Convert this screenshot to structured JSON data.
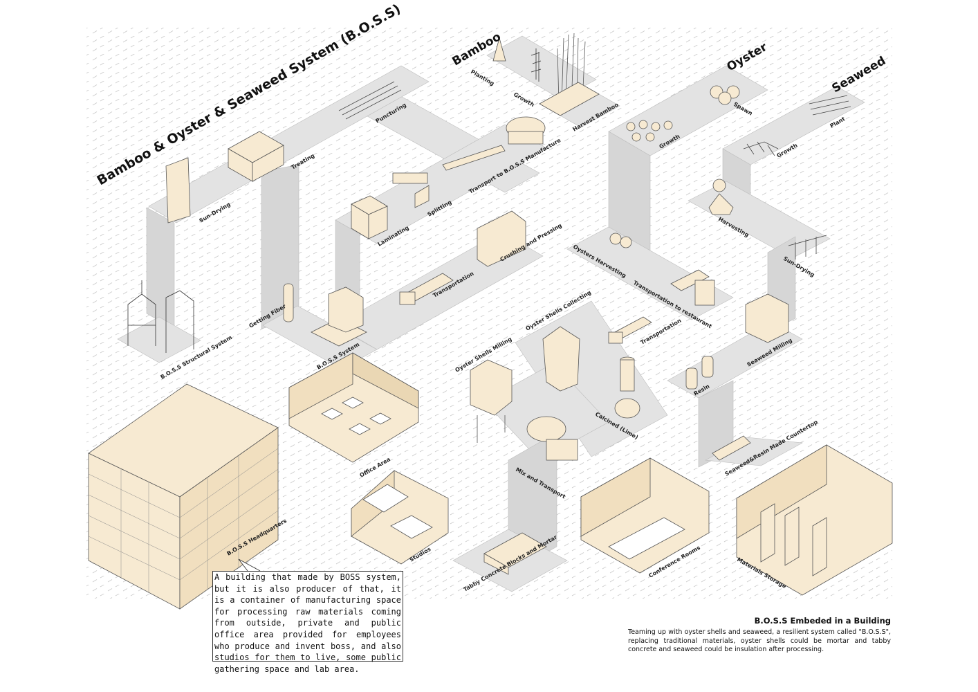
{
  "title": "Bamboo & Oyster & Seaweed System (B.O.S.S)",
  "sections": {
    "bamboo": "Bamboo",
    "oyster": "Oyster",
    "seaweed": "Seaweed"
  },
  "steps": {
    "planting": "Planting",
    "growth_bamboo": "Growth",
    "harvest_bamboo": "Harvest Bamboo",
    "transport_boss": "Transport to B.O.S.S Manufacture",
    "puncturing": "Puncturing",
    "treating": "Treating",
    "sun_drying_bamboo": "Sun-Drying",
    "splitting": "Splitting",
    "laminating": "Laminating",
    "crushing": "Crushing and Pressing",
    "transportation_1": "Transportation",
    "getting_fiber": "Getting Fiber",
    "boss_system": "B.O.S.S System",
    "structural": "B.O.S.S Structural System",
    "spawn": "Spawn",
    "growth_oyster": "Growth",
    "oysters_harvesting": "Oysters Harvesting",
    "transport_restaurant": "Transportation to restaurant",
    "shells_collecting": "Oyster Shells Collecting",
    "transportation_2": "Transportation",
    "shells_milling": "Oyster Shells Milling",
    "calcined": "Calcined (Lime)",
    "mix_transport": "Mix and Transport",
    "tabby": "Tabby Concrete Blocks and Mortar",
    "plant": "Plant",
    "growth_seaweed": "Growth",
    "harvesting": "Harvesting",
    "sun_drying_seaweed": "Sun-Drying",
    "seaweed_milling": "Seaweed Milling",
    "resin": "Resin",
    "countertop": "Seaweed&Resin Made Countertop"
  },
  "rooms": {
    "office": "Office Area",
    "studios": "Studios",
    "conference": "Conference Rooms",
    "storage": "Materials Storage",
    "hq": "B.O.S.S Headquarters"
  },
  "callout": "A building that made by BOSS system, but it is also producer of that, it is a container of manufacturing space for processing raw materials coming from outside, private and public office area provided for employees who produce and invent boss, and also studios for them to live, some public gathering space and lab area.",
  "caption": {
    "heading": "B.O.S.S Embeded in a Building",
    "body": "Teaming up with oyster shells and seaweed, a resilient system called \"B.O.S.S\", replacing traditional materials, oyster shells could be mortar and tabby concrete and seaweed could be insulation after processing."
  },
  "colors": {
    "band": "#e3e3e3",
    "band_dark": "#d2d2d2",
    "cream": "#f7ead2",
    "cream_dark": "#ead7b4",
    "line": "#444444"
  }
}
